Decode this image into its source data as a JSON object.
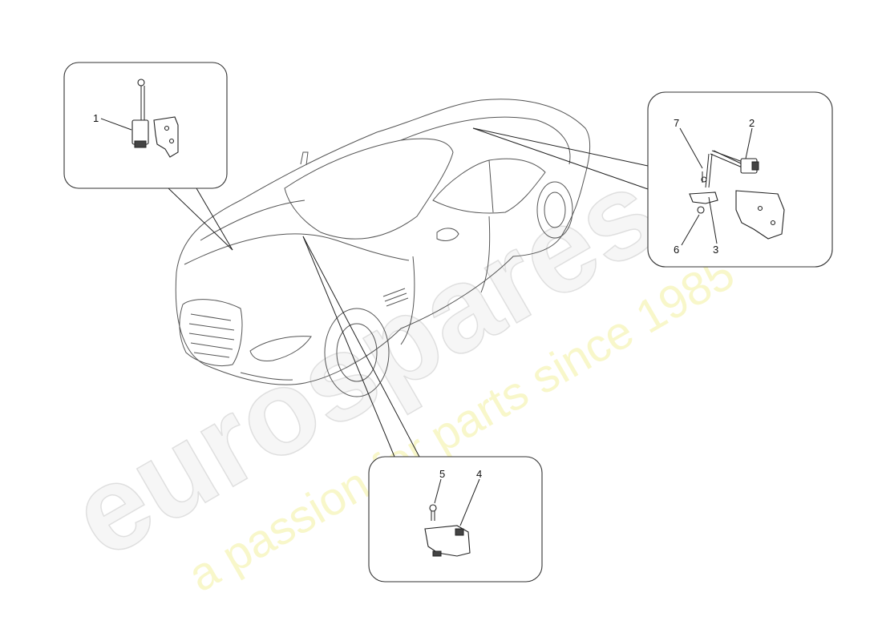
{
  "callouts": {
    "c1": "1",
    "c2": "2",
    "c3": "3",
    "c4": "4",
    "c5": "5",
    "c6": "6",
    "c7": "7"
  },
  "watermark": {
    "brand": "eurospares",
    "tagline": "a passion for parts since 1985",
    "tagline_color": "#f3f09e"
  },
  "icons": {
    "car": "car-outline-illustration",
    "sensor_1": "height-sensor-front",
    "sensor_rear": "height-sensor-rear-assembly",
    "sensor_4": "sensor-module"
  }
}
